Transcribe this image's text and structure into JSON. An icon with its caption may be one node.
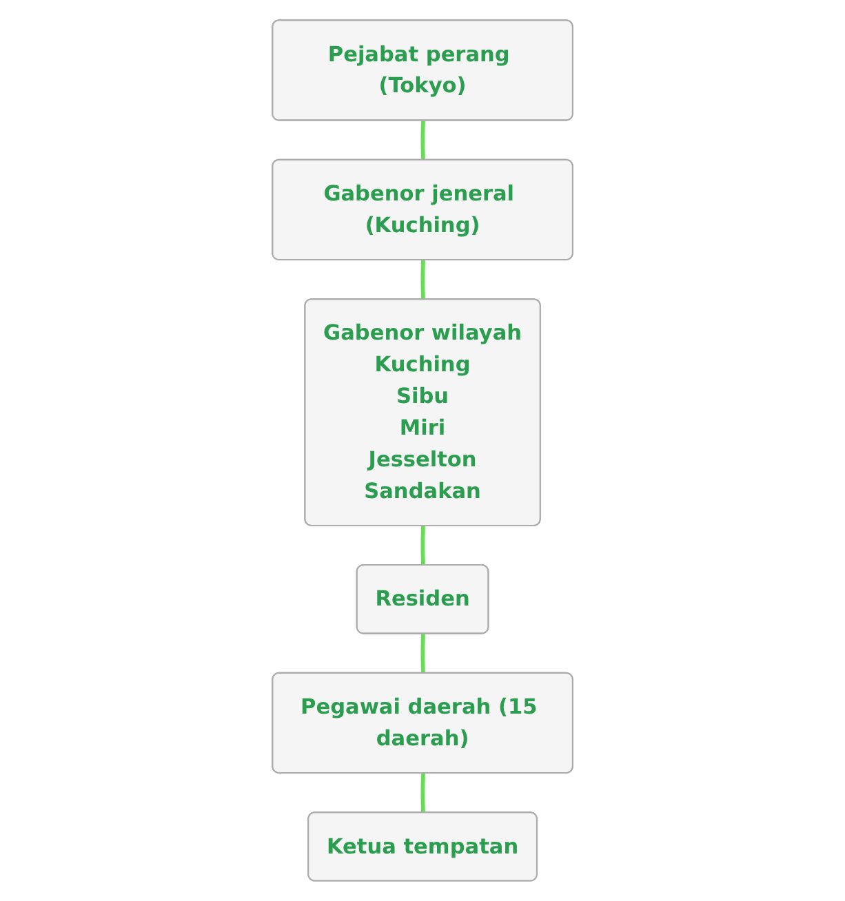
{
  "diagram": {
    "nodes": [
      {
        "text": [
          "Pejabat perang (Tokyo)"
        ]
      },
      {
        "text": [
          "Gabenor jeneral (Kuching)"
        ]
      },
      {
        "text": [
          "Gabenor wilayah",
          "Kuching",
          "Sibu",
          "Miri",
          "Jesselton",
          "Sandakan"
        ]
      },
      {
        "text": [
          "Residen"
        ]
      },
      {
        "text": [
          "Pegawai daerah (15 daerah)"
        ]
      },
      {
        "text": [
          "Ketua tempatan"
        ]
      }
    ],
    "edges": [
      {
        "from": 0,
        "to": 1,
        "arrow": "none"
      },
      {
        "from": 1,
        "to": 2,
        "arrow": "none"
      },
      {
        "from": 2,
        "to": 3,
        "arrow": "none"
      },
      {
        "from": 3,
        "to": 4,
        "arrow": "none"
      },
      {
        "from": 4,
        "to": 5,
        "arrow": "none"
      }
    ]
  }
}
